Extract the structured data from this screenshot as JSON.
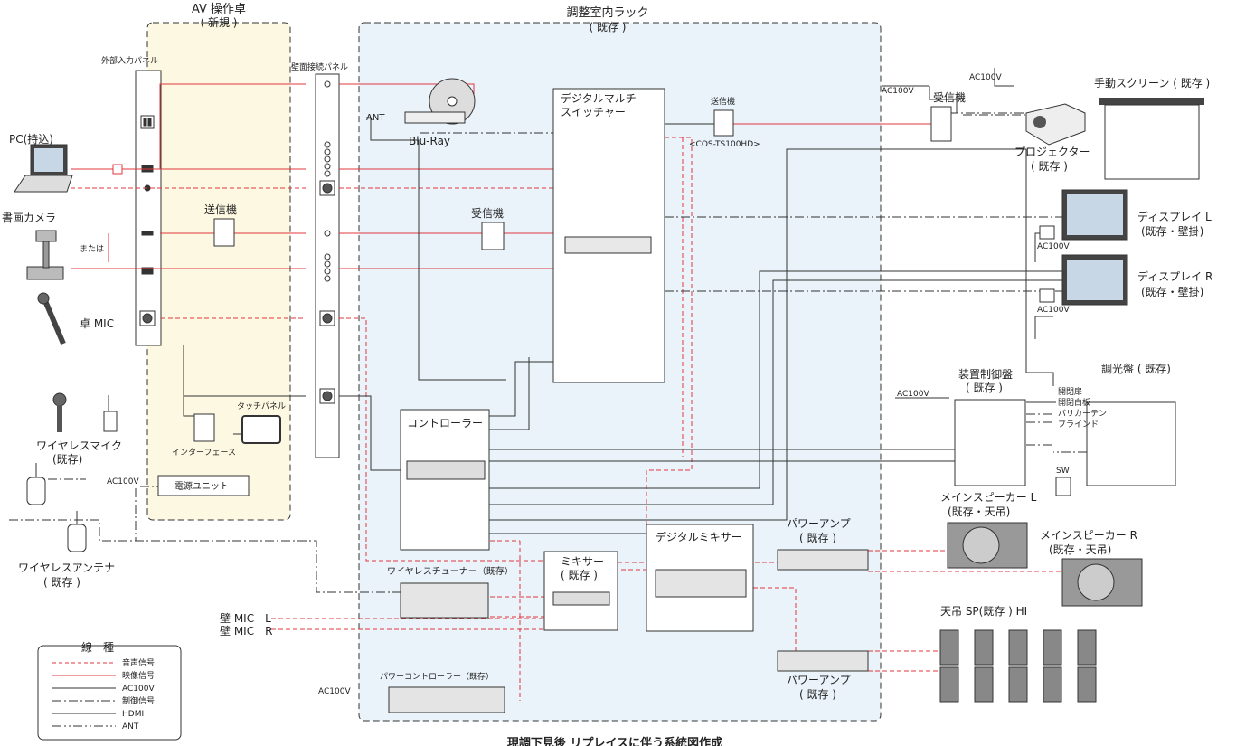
{
  "title": "現調下見後 リプレイスに伴う系統図作成",
  "zones": {
    "console_title": "AV 操作卓",
    "console_sub": "( 新規 )",
    "rack_title": "調整室内ラック",
    "rack_sub": "( 既存 )"
  },
  "panels": {
    "ext_input": "外部入力パネル",
    "wall_panel": "壁面接続パネル"
  },
  "devices": {
    "pc": "PC(持込)",
    "doc_camera": "書画カメラ",
    "or_label": "または",
    "desk_mic": "卓 MIC",
    "wireless_mic": "ワイヤレスマイク",
    "wireless_mic_sub": "(既存)",
    "wireless_antenna": "ワイヤレスアンテナ",
    "wireless_antenna_sub": "( 既存 )",
    "transmitter_console": "送信機",
    "touch_panel": "タッチパネル",
    "interface": "インターフェース",
    "power_unit": "電源ユニット",
    "ant": "ANT",
    "bluray": "Blu-Ray",
    "receiver_rack": "受信機",
    "switcher_line1": "デジタルマルチ",
    "switcher_line2": "スイッチャー",
    "transmitter_rack": "送信機",
    "cos_model": "<COS-TS100HD>",
    "controller": "コントローラー",
    "wireless_tuner": "ワイヤレスチューナー（既存）",
    "mixer": "ミキサー",
    "mixer_sub": "( 既存 )",
    "digital_mixer": "デジタルミキサー",
    "power_controller": "パワーコントローラー（既存）",
    "wall_mic_l": "壁 MIC　L",
    "wall_mic_r": "壁 MIC　R",
    "ac100v": "AC100V",
    "receiver_proj": "受信機",
    "projector": "プロジェクター",
    "projector_sub": "( 既存 )",
    "screen": "手動スクリーン ( 既存 )",
    "display_l": "ディスプレイ L",
    "display_l_sub": "(既存・壁掛)",
    "display_r": "ディスプレイ R",
    "display_r_sub": "(既存・壁掛)",
    "control_panel": "装置制御盤",
    "control_panel_sub": "( 既存 )",
    "dimmer": "調光盤 ( 既存)",
    "dimmer_items": [
      "開閉扉",
      "開閉白板",
      "バリカーテン",
      "ブラインド"
    ],
    "sw": "SW",
    "speaker_l": "メインスピーカー L",
    "speaker_l_sub": "(既存・天吊)",
    "speaker_r": "メインスピーカー R",
    "speaker_r_sub": "(既存・天吊)",
    "power_amp": "パワーアンプ",
    "power_amp_sub": "( 既存 )",
    "ceiling_sp": "天吊 SP(既存 ) HI"
  },
  "legend": {
    "title": "線　種",
    "items": [
      {
        "label": "音声信号",
        "color": "#e0393e",
        "dash": "4,3"
      },
      {
        "label": "映像信号",
        "color": "#e0393e",
        "dash": ""
      },
      {
        "label": "AC100V",
        "color": "#333333",
        "dash": ""
      },
      {
        "label": "制御信号",
        "color": "#333333",
        "dash": "10,3,2,3"
      },
      {
        "label": "HDMI",
        "color": "#333333",
        "dash": ""
      },
      {
        "label": "ANT",
        "color": "#333333",
        "dash": "10,3,2,3,2,3"
      }
    ]
  },
  "colors": {
    "console_fill": "#fdf8e1",
    "rack_fill": "#eaf3fa",
    "signal_red": "#e0393e",
    "line_dark": "#333333"
  }
}
